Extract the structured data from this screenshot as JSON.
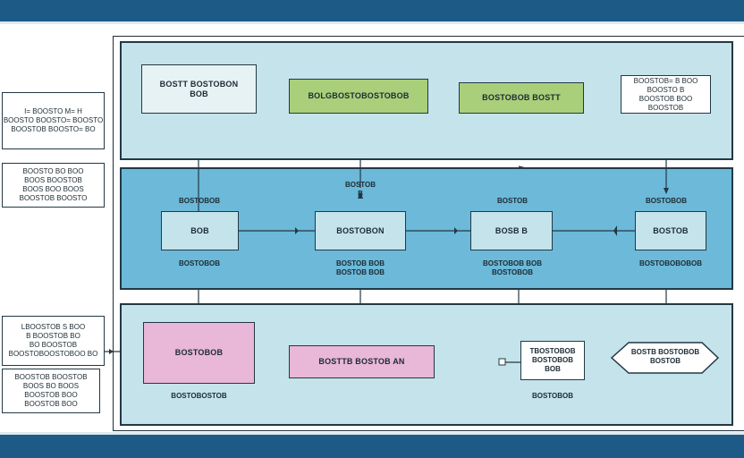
{
  "colors": {
    "band": "#1d5a86",
    "panel_light": "#c5e3ea",
    "panel_mid": "#6cb9d9",
    "green": "#a9cf7a",
    "pink": "#e9b7d7",
    "pale": "#e7f2f5"
  },
  "left_notes": [
    "I= BOOSTO M= H\nBOOSTO BOOSTO= BOOSTO\nBOOSTOB BOOSTO= BO",
    "BOOSTO BO BOO\nBOOS BOOSTOB\nBOOS BOO BOOS\nBOOSTOB BOOSTO",
    "LBOOSTOB S BOO\nB BOOSTOB BO\nBO BOOSTOB\nBOOSTOBOOSTOBOO BO",
    "BOOSTOB BOOSTOB\nBOOS BO BOOS\nBOOSTOB BOO\nBOOSTOB BOO"
  ],
  "top_row": {
    "box1": "BOSTT BOSTOBON\nBOB",
    "box2": "BOLGBOSTOBOSTOBOB",
    "box3": "BOSTOBOB BOSTT",
    "note": "BOOSTOB= B BOO\nBOOSTO B\nBOOSTOB BOO\nBOOSTOB"
  },
  "mid_row": {
    "boxes": [
      "BOB",
      "BOSTOBON",
      "BOSB B",
      "BOSTOB"
    ],
    "above": [
      "BOSTOBOB",
      "BOSTOB\nB",
      "BOSTOB",
      "BOSTOBOB"
    ],
    "below": [
      "BOSTOBOB",
      "BOSTOB BOB\nBOSTOB BOB",
      "BOSTOBOB BOB\nBOSTOBOB",
      "BOSTOBOBOBOB"
    ]
  },
  "bottom_row": {
    "pink1": "BOSTOBOB",
    "pink1_label": "BOSTOBOSTOB",
    "pink2": "BOSTTB BOSTOB AN",
    "small": "TBOSTOBOB\nBOSTOBOB\nBOB",
    "small_label": "BOSTOBOB",
    "hex": "BOSTB BOSTOBOB\nBOSTOB"
  }
}
